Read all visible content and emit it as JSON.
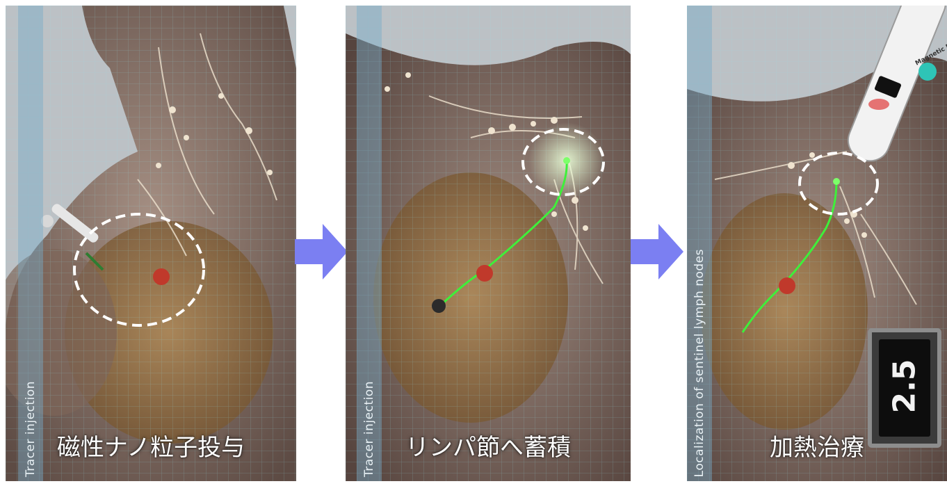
{
  "panels": [
    {
      "side_label": "Tracer injection",
      "caption": "磁性ナノ粒子投与"
    },
    {
      "side_label": "Tracer injection",
      "caption": "リンパ節へ蓄積"
    },
    {
      "side_label": "Localization of sentinel lymph nodes",
      "caption": "加熱治療",
      "probe_label": "Magnetic P",
      "display_value": "2.5"
    }
  ],
  "colors": {
    "arrow": "#7b7ff2",
    "tracer_green": "#3ef03a",
    "tumor_red": "#c0392b",
    "strip_blue": "#78aac8"
  }
}
